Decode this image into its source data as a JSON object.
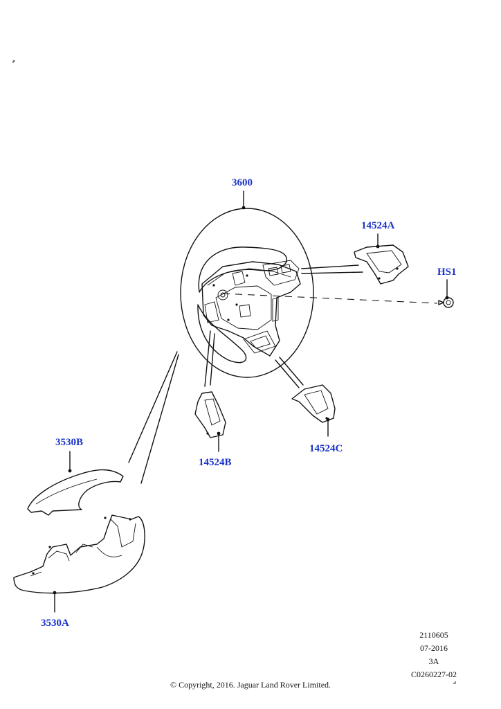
{
  "callouts": {
    "wheel": "3600",
    "switch_right_upper": "14524A",
    "screw": "HS1",
    "switch_left": "14524B",
    "switch_lower": "14524C",
    "cover_upper": "3530B",
    "cover_lower": "3530A"
  },
  "info_block": {
    "line1": "2110605",
    "line2": "07-2016",
    "line3": "3A",
    "line4": "C0260227-02"
  },
  "copyright": "© Copyright, 2016. Jaguar Land Rover Limited."
}
